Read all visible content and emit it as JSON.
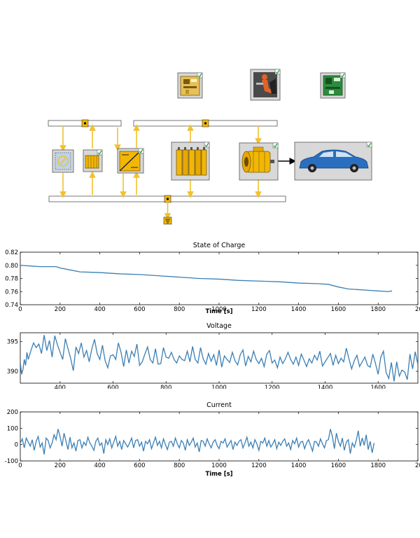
{
  "diagram": {
    "blocks": [
      {
        "id": "driver-controller",
        "icon": "controller-board-icon"
      },
      {
        "id": "driver",
        "icon": "driver-seat-icon"
      },
      {
        "id": "ecu",
        "icon": "circuit-board-icon"
      },
      {
        "id": "dc-source",
        "icon": "dc-source-icon"
      },
      {
        "id": "capacitor",
        "icon": "capacitor-icon"
      },
      {
        "id": "dc-dc-converter",
        "icon": "dc-dc-converter-icon"
      },
      {
        "id": "battery-pack",
        "icon": "battery-pack-icon"
      },
      {
        "id": "electric-motor",
        "icon": "electric-motor-icon"
      },
      {
        "id": "vehicle",
        "icon": "car-icon"
      }
    ],
    "colors": {
      "signal": "#f2c12e",
      "block_bg": "#d8d8d8",
      "bus_fill": "#ffffff",
      "port": "#f2b705",
      "check": "#3aa65a"
    }
  },
  "chart_data": [
    {
      "type": "line",
      "title": "State of Charge",
      "xlabel": "Time [s]",
      "ylabel": "",
      "xlim": [
        0,
        2000
      ],
      "ylim": [
        0.74,
        0.82
      ],
      "xticks": [
        "0",
        "200",
        "400",
        "600",
        "800",
        "1000",
        "1200",
        "1400",
        "1600",
        "1800",
        "20"
      ],
      "yticks": [
        "0.74",
        "0.76",
        "0.78",
        "0.80",
        "0.82"
      ],
      "x": [
        0,
        50,
        100,
        150,
        180,
        200,
        250,
        300,
        400,
        500,
        600,
        700,
        800,
        900,
        1000,
        1100,
        1200,
        1300,
        1400,
        1500,
        1550,
        1600,
        1650,
        1700,
        1750,
        1800,
        1850,
        1870
      ],
      "values": [
        0.8,
        0.799,
        0.798,
        0.798,
        0.798,
        0.796,
        0.793,
        0.79,
        0.789,
        0.787,
        0.786,
        0.784,
        0.782,
        0.78,
        0.779,
        0.777,
        0.776,
        0.775,
        0.773,
        0.772,
        0.771,
        0.767,
        0.764,
        0.763,
        0.762,
        0.761,
        0.76,
        0.761
      ],
      "color": "#3b7fb4"
    },
    {
      "type": "line",
      "title": "Voltage",
      "xlabel": "",
      "ylabel": "",
      "xlim": [
        250,
        1750
      ],
      "ylim": [
        388,
        396.5
      ],
      "xticks": [
        "400",
        "600",
        "800",
        "1000",
        "1200",
        "1400",
        "1600"
      ],
      "yticks": [
        "390",
        "395"
      ],
      "x": [
        250,
        255,
        260,
        265,
        270,
        275,
        280,
        290,
        300,
        310,
        320,
        330,
        340,
        350,
        360,
        370,
        380,
        390,
        400,
        410,
        420,
        430,
        440,
        450,
        460,
        470,
        480,
        490,
        500,
        510,
        520,
        530,
        540,
        550,
        560,
        570,
        580,
        590,
        600,
        610,
        620,
        630,
        640,
        650,
        660,
        670,
        680,
        690,
        700,
        710,
        720,
        730,
        740,
        750,
        760,
        770,
        780,
        790,
        800,
        810,
        820,
        830,
        840,
        850,
        860,
        870,
        880,
        890,
        900,
        910,
        920,
        930,
        940,
        950,
        960,
        970,
        980,
        990,
        1000,
        1010,
        1020,
        1030,
        1040,
        1050,
        1060,
        1070,
        1080,
        1090,
        1100,
        1110,
        1120,
        1130,
        1140,
        1150,
        1160,
        1170,
        1180,
        1190,
        1200,
        1210,
        1220,
        1230,
        1240,
        1250,
        1260,
        1270,
        1280,
        1290,
        1300,
        1310,
        1320,
        1330,
        1340,
        1350,
        1360,
        1370,
        1380,
        1390,
        1400,
        1410,
        1420,
        1430,
        1440,
        1450,
        1460,
        1470,
        1480,
        1490,
        1500,
        1510,
        1520,
        1530,
        1540,
        1550,
        1560,
        1570,
        1580,
        1590,
        1600,
        1610,
        1620,
        1630,
        1640,
        1650,
        1660,
        1670,
        1680,
        1690,
        1700,
        1710,
        1720,
        1730,
        1740,
        1750
      ],
      "values": [
        391.5,
        389.5,
        390.3,
        392.0,
        391.0,
        393.2,
        392.0,
        393.5,
        394.8,
        394.0,
        394.6,
        393.0,
        396.1,
        393.5,
        395.2,
        392.4,
        396.0,
        394.5,
        393.2,
        392.0,
        395.5,
        393.8,
        392.2,
        390.1,
        394.1,
        393.0,
        394.8,
        392.4,
        393.5,
        391.6,
        393.8,
        395.4,
        393.0,
        392.0,
        394.4,
        391.8,
        390.6,
        392.6,
        392.8,
        392.0,
        394.8,
        393.2,
        390.8,
        393.6,
        391.4,
        393.4,
        392.5,
        394.6,
        391.0,
        391.6,
        392.9,
        394.1,
        392.0,
        391.4,
        393.8,
        391.2,
        391.3,
        394.0,
        392.4,
        392.2,
        393.2,
        392.0,
        391.4,
        392.6,
        392.0,
        391.8,
        393.4,
        391.6,
        394.2,
        392.0,
        391.4,
        394.0,
        392.1,
        391.2,
        393.0,
        391.7,
        392.8,
        391.0,
        393.6,
        390.7,
        392.6,
        392.0,
        391.5,
        393.2,
        391.8,
        391.1,
        392.8,
        393.6,
        390.9,
        392.5,
        391.6,
        393.4,
        392.0,
        391.3,
        392.2,
        390.8,
        392.9,
        393.5,
        391.4,
        391.9,
        390.6,
        392.4,
        391.3,
        392.1,
        393.2,
        392.0,
        391.2,
        392.4,
        391.0,
        392.9,
        391.9,
        390.8,
        392.1,
        391.4,
        392.7,
        391.9,
        393.4,
        390.9,
        391.6,
        392.3,
        393.0,
        391.0,
        392.7,
        391.3,
        392.2,
        391.6,
        393.9,
        392.1,
        390.4,
        391.8,
        392.7,
        390.8,
        391.6,
        392.4,
        391.0,
        390.7,
        392.9,
        391.3,
        389.5,
        392.4,
        393.4,
        389.8,
        388.8,
        391.5,
        388.3,
        391.6,
        389.2,
        390.2,
        389.9,
        388.6,
        392.9,
        390.4,
        393.3,
        391.1,
        390.4,
        391.4,
        389.8,
        392.5,
        391.5,
        393.7,
        389.6,
        391.9
      ],
      "color": "#3b7fb4"
    },
    {
      "type": "line",
      "title": "Current",
      "xlabel": "Time [s]",
      "ylabel": "",
      "xlim": [
        0,
        2000
      ],
      "ylim": [
        -100,
        200
      ],
      "xticks": [
        "0",
        "200",
        "400",
        "600",
        "800",
        "1000",
        "1200",
        "1400",
        "1600",
        "1800",
        "20"
      ],
      "yticks": [
        "-100",
        "0",
        "100",
        "200"
      ],
      "x": [
        0,
        10,
        20,
        30,
        40,
        50,
        60,
        70,
        80,
        90,
        100,
        110,
        120,
        130,
        140,
        150,
        160,
        170,
        180,
        190,
        200,
        210,
        220,
        230,
        240,
        250,
        260,
        270,
        280,
        290,
        300,
        310,
        320,
        330,
        340,
        350,
        360,
        370,
        380,
        390,
        400,
        410,
        420,
        430,
        440,
        450,
        460,
        470,
        480,
        490,
        500,
        510,
        520,
        530,
        540,
        550,
        560,
        570,
        580,
        590,
        600,
        610,
        620,
        630,
        640,
        650,
        660,
        670,
        680,
        690,
        700,
        710,
        720,
        730,
        740,
        750,
        760,
        770,
        780,
        790,
        800,
        810,
        820,
        830,
        840,
        850,
        860,
        870,
        880,
        890,
        900,
        910,
        920,
        930,
        940,
        950,
        960,
        970,
        980,
        990,
        1000,
        1010,
        1020,
        1030,
        1040,
        1050,
        1060,
        1070,
        1080,
        1090,
        1100,
        1110,
        1120,
        1130,
        1140,
        1150,
        1160,
        1170,
        1180,
        1190,
        1200,
        1210,
        1220,
        1230,
        1240,
        1250,
        1260,
        1270,
        1280,
        1290,
        1300,
        1310,
        1320,
        1330,
        1340,
        1350,
        1360,
        1370,
        1380,
        1390,
        1400,
        1410,
        1420,
        1430,
        1440,
        1450,
        1460,
        1470,
        1480,
        1490,
        1500,
        1510,
        1520,
        1530,
        1540,
        1550,
        1560,
        1570,
        1580,
        1590,
        1600,
        1610,
        1620,
        1630,
        1640,
        1650,
        1660,
        1670,
        1680,
        1690,
        1700,
        1710,
        1720,
        1730,
        1740,
        1750,
        1760,
        1770,
        1780,
        1790,
        1800,
        1810,
        1820,
        1830,
        1840,
        1850,
        1860,
        1870
      ],
      "values": [
        10,
        35,
        -20,
        40,
        15,
        -10,
        30,
        -35,
        20,
        50,
        -15,
        10,
        -60,
        40,
        25,
        -20,
        10,
        60,
        30,
        95,
        50,
        -10,
        70,
        20,
        -30,
        45,
        -20,
        10,
        -40,
        25,
        30,
        -20,
        15,
        -5,
        45,
        10,
        -10,
        -35,
        20,
        40,
        -5,
        10,
        -55,
        30,
        0,
        35,
        -20,
        15,
        50,
        -10,
        20,
        -30,
        25,
        5,
        -15,
        10,
        40,
        -20,
        25,
        30,
        -10,
        15,
        -40,
        20,
        5,
        30,
        -25,
        10,
        45,
        -5,
        20,
        -20,
        35,
        0,
        -30,
        15,
        20,
        -10,
        40,
        5,
        -20,
        25,
        10,
        -35,
        30,
        -5,
        15,
        40,
        -15,
        10,
        -45,
        25,
        20,
        -10,
        35,
        5,
        -20,
        15,
        30,
        -5,
        -25,
        20,
        10,
        35,
        -15,
        5,
        25,
        -30,
        15,
        -5,
        20,
        30,
        -20,
        10,
        45,
        -10,
        15,
        -20,
        30,
        5,
        -35,
        20,
        10,
        40,
        -10,
        25,
        -15,
        5,
        30,
        -25,
        15,
        -5,
        20,
        35,
        -10,
        10,
        -30,
        25,
        5,
        40,
        -15,
        15,
        20,
        -25,
        10,
        30,
        -5,
        -40,
        20,
        15,
        -10,
        35,
        5,
        -20,
        25,
        30,
        95,
        50,
        -25,
        70,
        20,
        -10,
        40,
        -35,
        15,
        30,
        -55,
        10,
        -15,
        25,
        85,
        -10,
        40,
        -5,
        60,
        -30,
        20,
        -50,
        10
      ],
      "color": "#3b7fb4"
    }
  ]
}
